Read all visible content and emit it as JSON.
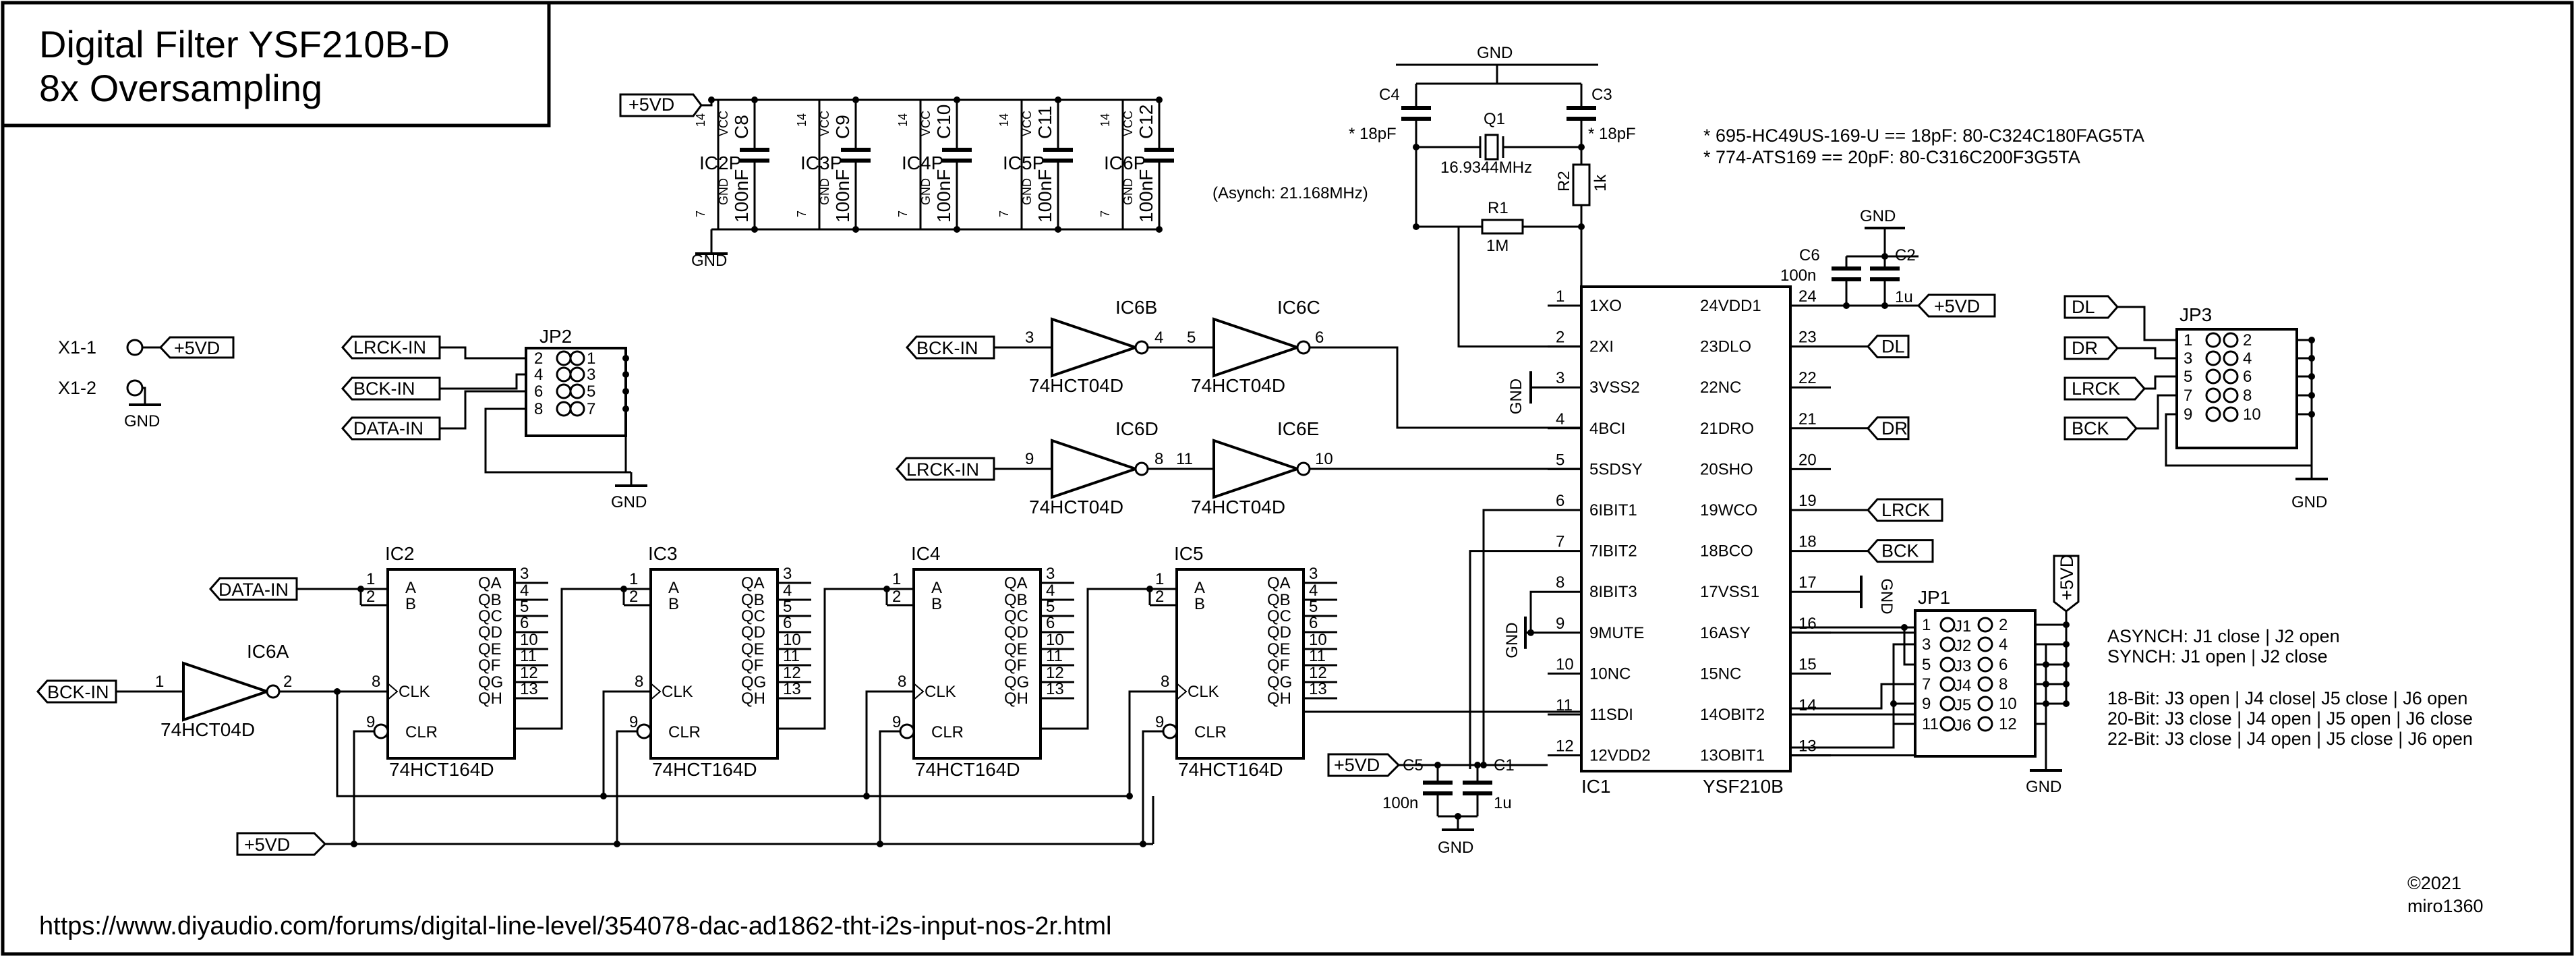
{
  "title": {
    "line1": "Digital Filter YSF210B-D",
    "line2": "8x Oversampling"
  },
  "footer": {
    "url": "https://www.diyaudio.com/forums/digital-line-level/354078-dac-ad1862-tht-i2s-input-nos-2r.html",
    "copyright": "©2021",
    "author": "miro1360"
  },
  "power": {
    "vd5": "+5VD",
    "gnd": "GND",
    "vcc": "VCC",
    "gnd_pin": "GND",
    "pin14": "14",
    "pin7": "7"
  },
  "decoupling": [
    {
      "ic": "IC2P",
      "cap": "C8",
      "value": "100nF"
    },
    {
      "ic": "IC3P",
      "cap": "C9",
      "value": "100nF"
    },
    {
      "ic": "IC4P",
      "cap": "C10",
      "value": "100nF"
    },
    {
      "ic": "IC5P",
      "cap": "C11",
      "value": "100nF"
    },
    {
      "ic": "IC6P",
      "cap": "C12",
      "value": "100nF"
    }
  ],
  "connector_x1": {
    "pin1": "X1-1",
    "pin2": "X1-2"
  },
  "jp2": {
    "name": "JP2",
    "inputs": [
      "LRCK-IN",
      "BCK-IN",
      "DATA-IN"
    ],
    "left_pins": [
      "2",
      "4",
      "6",
      "8"
    ],
    "right_pins": [
      "1",
      "3",
      "5",
      "7"
    ]
  },
  "jp3": {
    "name": "JP3",
    "inputs": [
      "DL",
      "DR",
      "LRCK",
      "BCK"
    ],
    "left_pins": [
      "1",
      "3",
      "5",
      "7",
      "9"
    ],
    "right_pins": [
      "2",
      "4",
      "6",
      "8",
      "10"
    ]
  },
  "jp1": {
    "name": "JP1",
    "jumpers": [
      "J1",
      "J2",
      "J3",
      "J4",
      "J5",
      "J6"
    ],
    "left_pins": [
      "1",
      "3",
      "5",
      "7",
      "9",
      "11"
    ],
    "right_pins": [
      "2",
      "4",
      "6",
      "8",
      "10",
      "12"
    ]
  },
  "inverters": {
    "part": "74HCT04D",
    "ic6a": {
      "name": "IC6A",
      "in": "1",
      "out": "2",
      "net": "BCK-IN"
    },
    "ic6b": {
      "name": "IC6B",
      "in": "3",
      "out": "4",
      "net": "BCK-IN"
    },
    "ic6c": {
      "name": "IC6C",
      "in": "5",
      "out": "6"
    },
    "ic6d": {
      "name": "IC6D",
      "in": "9",
      "out": "8",
      "net": "LRCK-IN"
    },
    "ic6e": {
      "name": "IC6E",
      "in": "11",
      "out": "10"
    }
  },
  "shift_registers": {
    "part": "74HCT164D",
    "names": [
      "IC2",
      "IC3",
      "IC4",
      "IC5"
    ],
    "in_pins": [
      "1",
      "2"
    ],
    "in_labels": [
      "A",
      "B"
    ],
    "clk_pin": "8",
    "clk_label": "CLK",
    "clr_pin": "9",
    "clr_label": "CLR",
    "outputs": [
      "QA",
      "QB",
      "QC",
      "QD",
      "QE",
      "QF",
      "QG",
      "QH"
    ],
    "out_pins": [
      "3",
      "4",
      "5",
      "6",
      "10",
      "11",
      "12",
      "13"
    ],
    "data_in": "DATA-IN",
    "bck_in": "BCK-IN"
  },
  "crystal": {
    "q1": "Q1",
    "freq": "16.9344MHz",
    "async": "(Asynch: 21.168MHz)",
    "c4": "C4",
    "c3": "C3",
    "c4_val": "* 18pF",
    "c3_val": "* 18pF",
    "r1": "R1",
    "r1_val": "1M",
    "r2": "R2",
    "r2_val": "1k",
    "note1": "* 695-HC49US-169-U == 18pF: 80-C324C180FAG5TA",
    "note2": "* 774-ATS169            == 20pF: 80-C316C200F3G5TA"
  },
  "ic1": {
    "name": "IC1",
    "part": "YSF210B",
    "left": [
      {
        "num": "1",
        "label": "1XO"
      },
      {
        "num": "2",
        "label": "2XI"
      },
      {
        "num": "3",
        "label": "3VSS2"
      },
      {
        "num": "4",
        "label": "4BCI"
      },
      {
        "num": "5",
        "label": "5SDSY"
      },
      {
        "num": "6",
        "label": "6IBIT1"
      },
      {
        "num": "7",
        "label": "7IBIT2"
      },
      {
        "num": "8",
        "label": "8IBIT3"
      },
      {
        "num": "9",
        "label": "9MUTE"
      },
      {
        "num": "10",
        "label": "10NC"
      },
      {
        "num": "11",
        "label": "11SDI"
      },
      {
        "num": "12",
        "label": "12VDD2"
      }
    ],
    "right": [
      {
        "num": "24",
        "label": "24VDD1"
      },
      {
        "num": "23",
        "label": "23DLO"
      },
      {
        "num": "22",
        "label": "22NC"
      },
      {
        "num": "21",
        "label": "21DRO"
      },
      {
        "num": "20",
        "label": "20SHO"
      },
      {
        "num": "19",
        "label": "19WCO"
      },
      {
        "num": "18",
        "label": "18BCO"
      },
      {
        "num": "17",
        "label": "17VSS1"
      },
      {
        "num": "16",
        "label": "16ASY"
      },
      {
        "num": "15",
        "label": "15NC"
      },
      {
        "num": "14",
        "label": "14OBIT2"
      },
      {
        "num": "13",
        "label": "13OBIT1"
      }
    ],
    "out_dl": "DL",
    "out_dr": "DR",
    "out_lrck": "LRCK",
    "out_bck": "BCK"
  },
  "supply_caps": {
    "c6": "C6",
    "c6_val": "100n",
    "c2": "C2",
    "c2_val": "1u",
    "c5": "C5",
    "c5_val": "100n",
    "c1": "C1",
    "c1_val": "1u"
  },
  "config_notes": [
    "ASYNCH:  J1 close  | J2 open",
    "  SYNCH:  J1 open  | J2 close",
    "18-Bit:  J3 open  | J4 close| J5 close | J6 open",
    "20-Bit:  J3 close | J4 open | J5 open   | J6 close",
    "22-Bit:  J3 close | J4 open | J5 close | J6 open"
  ]
}
